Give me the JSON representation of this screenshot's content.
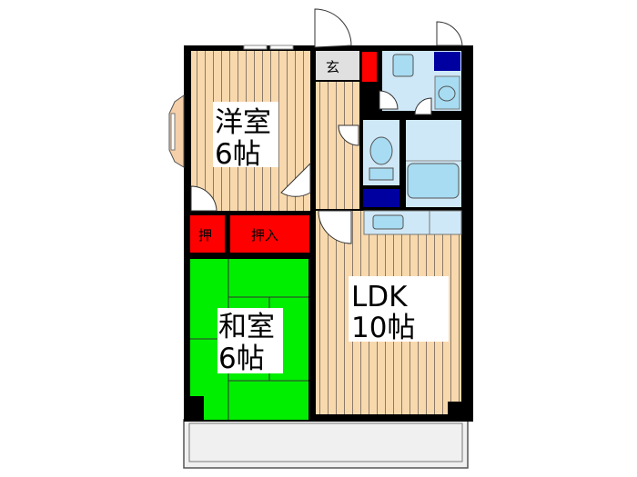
{
  "floorplan": {
    "rooms": {
      "western": {
        "name": "洋室",
        "size": "6帖"
      },
      "japanese": {
        "name": "和室",
        "size": "6帖"
      },
      "ldk": {
        "name": "LDK",
        "size": "10帖"
      },
      "entrance": {
        "name": "玄"
      },
      "closet_small": {
        "name": "押"
      },
      "closet": {
        "name": "押入"
      }
    },
    "colors": {
      "wood_floor": "#f8d9ad",
      "wood_stripe": "#8a7a6a",
      "tatami": "#00ee00",
      "closet": "#ff0000",
      "wet_area": "#cfe8f7",
      "fixture": "#a7dcf2",
      "storage_blue": "#0000a0",
      "wall": "#000000",
      "entrance": "#e0e0e0",
      "balcony": "#f0f0f0"
    }
  }
}
